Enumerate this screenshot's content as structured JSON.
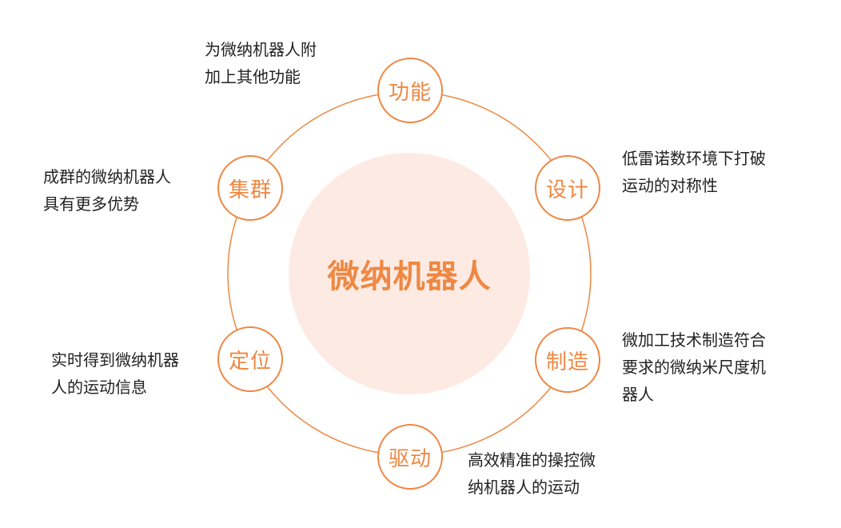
{
  "colors": {
    "accent": "#EE8844",
    "disc": "#FDEBE3",
    "text": "#222222",
    "background": "#FFFFFF"
  },
  "diagram": {
    "type": "radial-cycle",
    "center": {
      "label": "微纳机器人"
    },
    "nodes": [
      {
        "id": "function",
        "label": "功能",
        "description": [
          "为微纳机器人附",
          "加上其他功能"
        ]
      },
      {
        "id": "design",
        "label": "设计",
        "description": [
          "低雷诺数环境下打破",
          "运动的对称性"
        ]
      },
      {
        "id": "manufacture",
        "label": "制造",
        "description": [
          "微加工技术制造符合",
          "要求的微纳米尺度机",
          "器人"
        ]
      },
      {
        "id": "drive",
        "label": "驱动",
        "description": [
          "高效精准的操控微",
          "纳机器人的运动"
        ]
      },
      {
        "id": "position",
        "label": "定位",
        "description": [
          "实时得到微纳机器",
          "人的运动信息"
        ]
      },
      {
        "id": "swarm",
        "label": "集群",
        "description": [
          "成群的微纳机器人",
          "具有更多优势"
        ]
      }
    ]
  }
}
